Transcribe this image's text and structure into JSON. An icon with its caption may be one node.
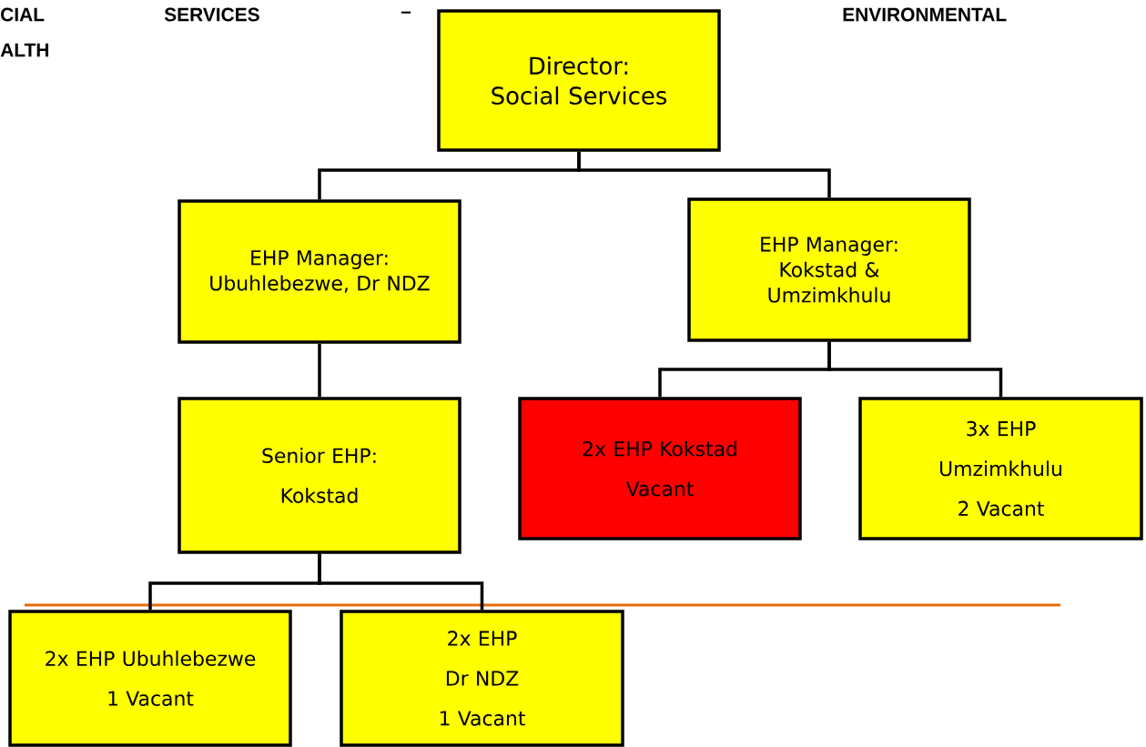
{
  "diagram": {
    "nodes": [
      {
        "text": [
          "Director: Social Services"
        ]
      },
      {
        "text": [
          "EHP Manager: Ubuhlebezwe, Dr NDZ"
        ]
      },
      {
        "text": [
          "EHP Manager: Kokstad & Umzimkhulu"
        ]
      },
      {
        "text": [
          "Senior EHP:",
          "Kokstad"
        ]
      },
      {
        "text": [
          "2x EHP Kokstad",
          "Vacant"
        ]
      },
      {
        "text": [
          "3x EHP",
          "Umzimkhulu",
          "2 Vacant"
        ]
      },
      {
        "text": [
          "2x EHP Ubuhlebezwe",
          "1 Vacant"
        ]
      },
      {
        "text": [
          "2x EHP",
          "Dr NDZ",
          "1 Vacant"
        ]
      }
    ],
    "edges": [
      {
        "from": 0,
        "to": 1,
        "arrow": "none"
      },
      {
        "from": 0,
        "to": 2,
        "arrow": "none"
      },
      {
        "from": 1,
        "to": 3,
        "arrow": "none"
      },
      {
        "from": 2,
        "to": 4,
        "arrow": "none"
      },
      {
        "from": 2,
        "to": 5,
        "arrow": "none"
      },
      {
        "from": 3,
        "to": 6,
        "arrow": "none"
      },
      {
        "from": 3,
        "to": 7,
        "arrow": "none"
      }
    ],
    "labels": [
      "CIAL",
      "SERVICES",
      "–",
      "ENVIRONMENTAL",
      "ALTH"
    ]
  }
}
